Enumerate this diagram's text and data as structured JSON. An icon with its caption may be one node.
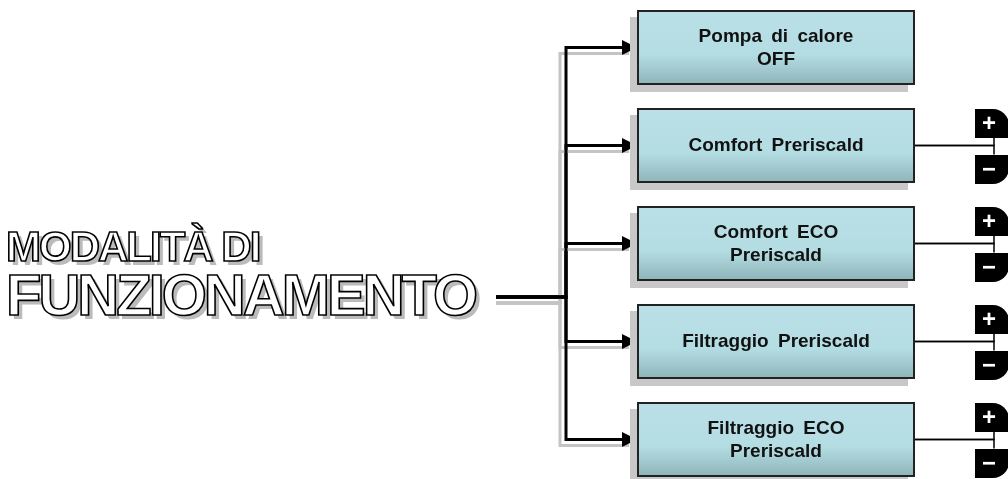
{
  "diagram": {
    "nodes": [
      {
        "text": [
          "MODALITÀ DI",
          "FUNZIONAMENTO"
        ]
      },
      {
        "text": [
          "Pompa di calore OFF"
        ]
      },
      {
        "text": [
          "Comfort Preriscald"
        ]
      },
      {
        "text": [
          "+"
        ]
      },
      {
        "text": [
          "−"
        ]
      },
      {
        "text": [
          "Comfort ECO Preriscald"
        ]
      },
      {
        "text": [
          "+"
        ]
      },
      {
        "text": [
          "−"
        ]
      },
      {
        "text": [
          "Filtraggio Preriscald"
        ]
      },
      {
        "text": [
          "+"
        ]
      },
      {
        "text": [
          "−"
        ]
      },
      {
        "text": [
          "Filtraggio ECO Preriscald"
        ]
      },
      {
        "text": [
          "+"
        ]
      },
      {
        "text": [
          "−"
        ]
      }
    ],
    "edges": [
      {
        "from": 0,
        "to": 1,
        "arrow": "to"
      },
      {
        "from": 0,
        "to": 2,
        "arrow": "to"
      },
      {
        "from": 0,
        "to": 5,
        "arrow": "to"
      },
      {
        "from": 0,
        "to": 8,
        "arrow": "to"
      },
      {
        "from": 0,
        "to": 11,
        "arrow": "to"
      },
      {
        "from": 2,
        "to": 3,
        "arrow": "none"
      },
      {
        "from": 2,
        "to": 4,
        "arrow": "none"
      },
      {
        "from": 5,
        "to": 6,
        "arrow": "none"
      },
      {
        "from": 5,
        "to": 7,
        "arrow": "none"
      },
      {
        "from": 8,
        "to": 9,
        "arrow": "none"
      },
      {
        "from": 8,
        "to": 10,
        "arrow": "none"
      },
      {
        "from": 11,
        "to": 12,
        "arrow": "none"
      },
      {
        "from": 11,
        "to": 13,
        "arrow": "none"
      }
    ]
  }
}
